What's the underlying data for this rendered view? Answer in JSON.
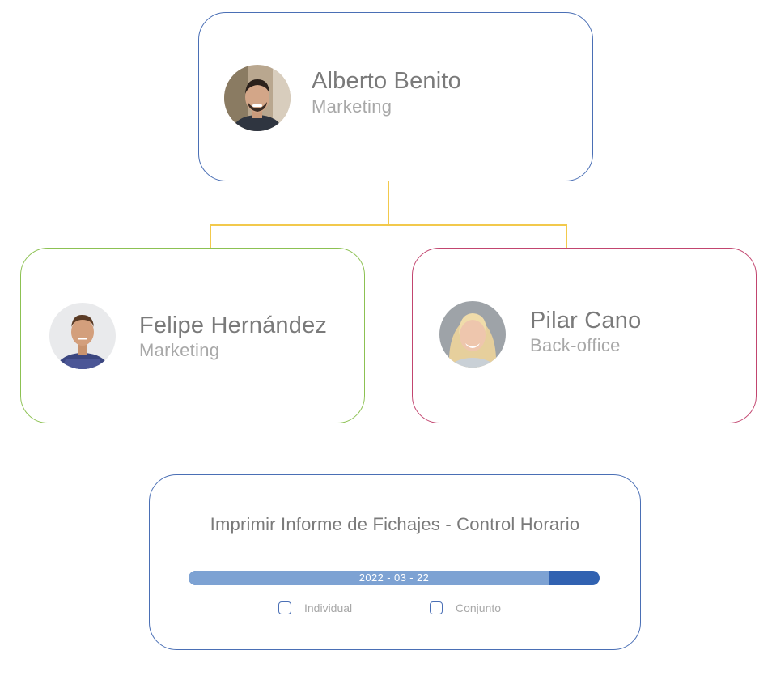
{
  "org_chart": {
    "manager": {
      "name": "Alberto Benito",
      "department": "Marketing",
      "border_color": "#4a6fb5"
    },
    "reports": [
      {
        "name": "Felipe Hernández",
        "department": "Marketing",
        "border_color": "#8cc152"
      },
      {
        "name": "Pilar Cano",
        "department": "Back-office",
        "border_color": "#c2456f"
      }
    ],
    "connector_color": "#f2c94c"
  },
  "report_panel": {
    "title": "Imprimir Informe de Fichajes - Control Horario",
    "date_bar": {
      "label": "2022 - 03 - 22",
      "progress_fraction": 0.875,
      "fill_color": "#7da2d3",
      "track_color": "#3162b1"
    },
    "options": [
      {
        "label": "Individual",
        "checked": false
      },
      {
        "label": "Conjunto",
        "checked": false
      }
    ]
  }
}
